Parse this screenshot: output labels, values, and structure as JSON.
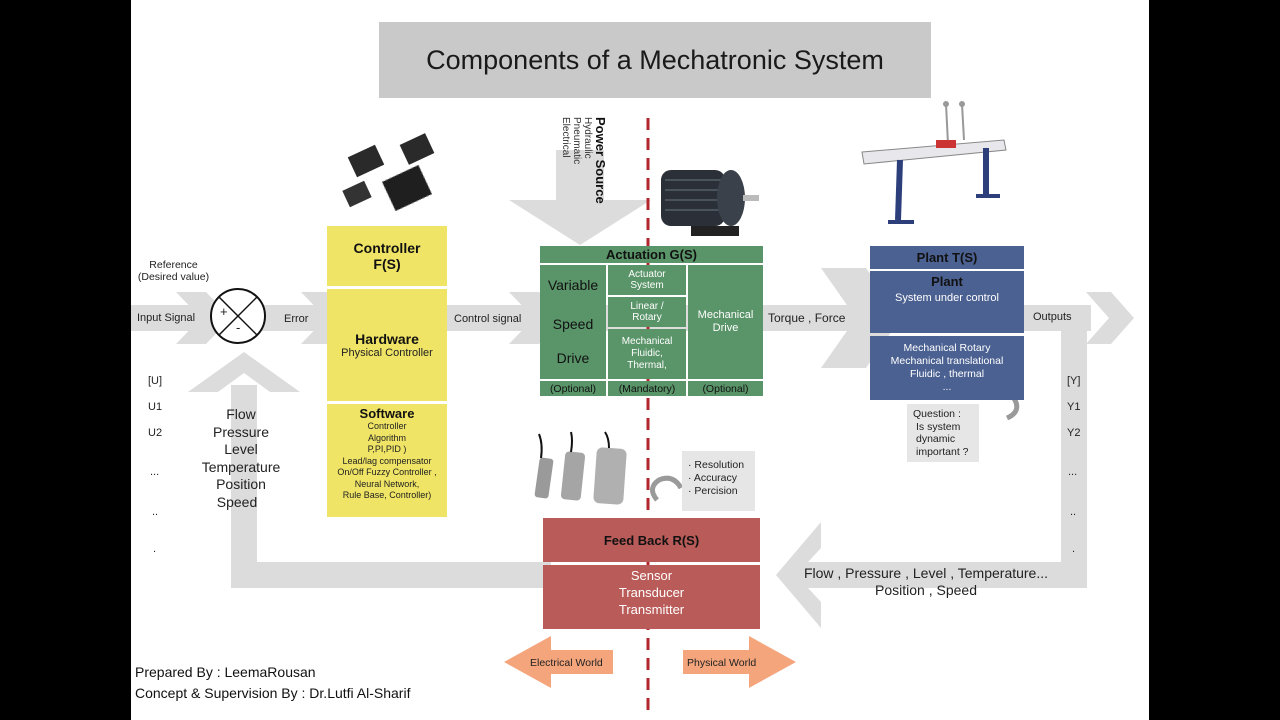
{
  "title": "Components of a Mechatronic System",
  "power_source": {
    "label": "Power Source",
    "types": [
      "Hydraulic",
      "Pneumatic",
      "Electrical"
    ]
  },
  "input": {
    "reference": [
      "Reference",
      "(Desired value)"
    ],
    "input_signal": "Input Signal",
    "error": "Error",
    "plus": "+",
    "minus": "-",
    "u_labels": [
      "[U]",
      "U1",
      "U2",
      "...",
      "..",
      "."
    ]
  },
  "controller": {
    "header": [
      "Controller",
      "F(S)"
    ],
    "hardware_title": "Hardware",
    "hardware_sub": "Physical Controller",
    "software_title": "Software",
    "software_lines": [
      "Controller",
      "Algorithm",
      "P,PI,PID )",
      "Lead/lag compensator",
      "On/Off Fuzzy Controller ,",
      "Neural Network,",
      "Rule Base, Controller)"
    ]
  },
  "control_signal": "Control signal",
  "actuation": {
    "header": "Actuation G(S)",
    "variable": "Variable",
    "speed": "Speed",
    "drive": "Drive",
    "actuator_system": [
      "Actuator",
      "System"
    ],
    "linear_rotary": [
      "Linear /",
      "Rotary"
    ],
    "mech_fluidic": [
      "Mechanical",
      "Fluidic,",
      "Thermal,"
    ],
    "mechanical_drive": [
      "Mechanical",
      "Drive"
    ],
    "optional_1": "(Optional)",
    "mandatory": "(Mandatory)",
    "optional_2": "(Optional)"
  },
  "torque_force": "Torque , Force",
  "plant": {
    "header": "Plant T(S)",
    "title": "Plant",
    "subtitle": "System under control",
    "types": [
      "Mechanical Rotary",
      "Mechanical translational",
      "Fluidic , thermal",
      "..."
    ]
  },
  "outputs": "Outputs",
  "y_labels": [
    "[Y]",
    "Y1",
    "Y2",
    "...",
    "..",
    "."
  ],
  "question": [
    "Question :",
    "Is system",
    "dynamic",
    "important ?"
  ],
  "feedback_vars": [
    "Flow",
    "Pressure",
    "Level",
    "Temperature",
    "Position",
    "Speed"
  ],
  "sensor_props": [
    "· Resolution",
    "· Accuracy",
    "· Percision"
  ],
  "feedback": {
    "header": "Feed Back R(S)",
    "lines": [
      "Sensor",
      "Transducer",
      "Transmitter"
    ]
  },
  "output_vars": [
    "Flow , Pressure , Level , Temperature...",
    "Position , Speed"
  ],
  "worlds": {
    "electrical": "Electrical World",
    "physical": "Physical World"
  },
  "credits": {
    "prepared": "Prepared By : LeemaRousan",
    "concept": "Concept & Supervision By : Dr.Lutfi Al-Sharif"
  },
  "colors": {
    "controller": "#efe465",
    "actuation": "#5a9469",
    "plant": "#4b6191",
    "feedback": "#b95b58",
    "arrow_gray": "#dcdcdc",
    "divider": "#b3262b",
    "world_arrow": "#f4a57c"
  }
}
